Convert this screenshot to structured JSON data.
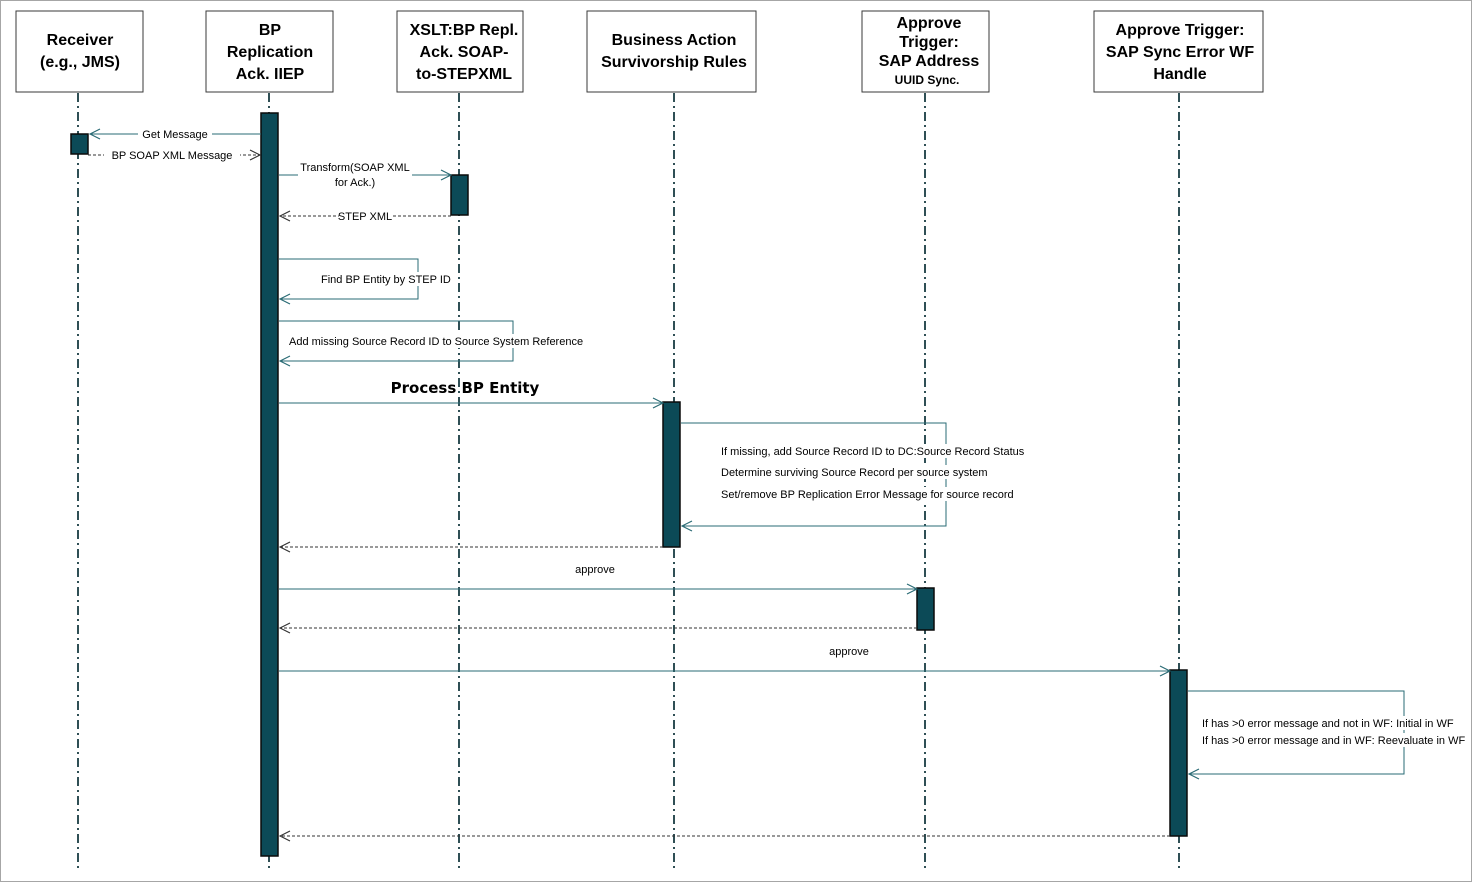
{
  "participants": [
    {
      "id": "receiver",
      "lines": [
        "Receiver",
        "(e.g., JMS)"
      ],
      "sub": ""
    },
    {
      "id": "iiep",
      "lines": [
        "BP",
        "Replication",
        "Ack. IIEP"
      ],
      "sub": ""
    },
    {
      "id": "xslt",
      "lines": [
        "XSLT:BP Repl.",
        "Ack. SOAP-",
        "to-STEPXML"
      ],
      "sub": ""
    },
    {
      "id": "business-action",
      "lines": [
        "Business Action",
        "Survivorship Rules"
      ],
      "sub": ""
    },
    {
      "id": "approve-address",
      "lines": [
        "Approve",
        "Trigger:",
        "SAP Address"
      ],
      "sub": "UUID Sync."
    },
    {
      "id": "approve-error",
      "lines": [
        "Approve Trigger:",
        "SAP Sync Error WF",
        "Handle"
      ],
      "sub": ""
    }
  ],
  "messages": [
    {
      "id": "get-message",
      "label": "Get Message"
    },
    {
      "id": "soap-xml-message",
      "label": "BP SOAP XML Message"
    },
    {
      "id": "transform",
      "label_lines": [
        "Transform(SOAP XML",
        "for Ack.)"
      ]
    },
    {
      "id": "step-xml",
      "label": "STEP XML"
    },
    {
      "id": "find-entity",
      "label": "Find BP Entity by STEP ID"
    },
    {
      "id": "add-missing",
      "label": "Add missing Source Record ID to Source System Reference"
    },
    {
      "id": "process-entity",
      "label": "Process BP Entity"
    },
    {
      "id": "survivorship-self",
      "label_lines": [
        "If missing, add Source Record ID to DC:Source Record Status",
        "Determine surviving Source Record per source system",
        "Set/remove BP Replication Error Message for source record"
      ]
    },
    {
      "id": "approve-1",
      "label": "approve"
    },
    {
      "id": "approve-2",
      "label": "approve"
    },
    {
      "id": "error-wf-self",
      "label_lines": [
        "If has >0 error message and not in WF: Initial in WF",
        "If has >0 error message and in WF: Reevaluate in WF"
      ]
    }
  ]
}
